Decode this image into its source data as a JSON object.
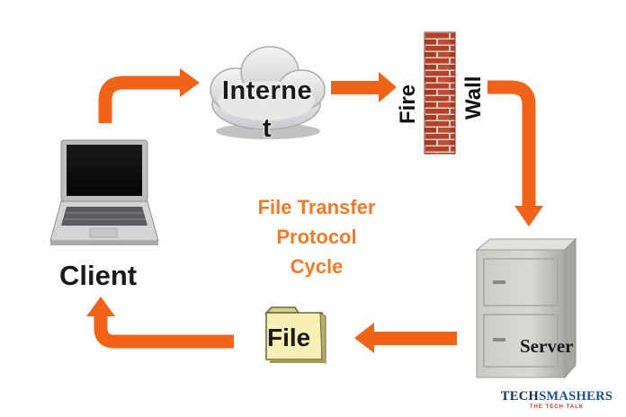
{
  "diagram": {
    "title_lines": [
      "File Transfer",
      "Protocol",
      "Cycle"
    ],
    "internet_lines": [
      "Interne",
      "t"
    ],
    "firewall": {
      "left_word": "Fire",
      "right_word": "Wall"
    },
    "client_label": "Client",
    "server_label": "Server",
    "file_label": "File",
    "icons": [
      "cloud-icon",
      "brick-wall-icon",
      "laptop-icon",
      "filing-cabinet-icon",
      "folder-icon",
      "arrow-icon"
    ],
    "colors": {
      "arrow": "#ef6418",
      "title": "#f07a2a",
      "brick": "#b8402a",
      "folder": "#f6f0b4"
    }
  },
  "branding": {
    "name_part_1": "TECH",
    "name_part_2": "SMASHERS",
    "tagline": "THE TECH TALK"
  }
}
